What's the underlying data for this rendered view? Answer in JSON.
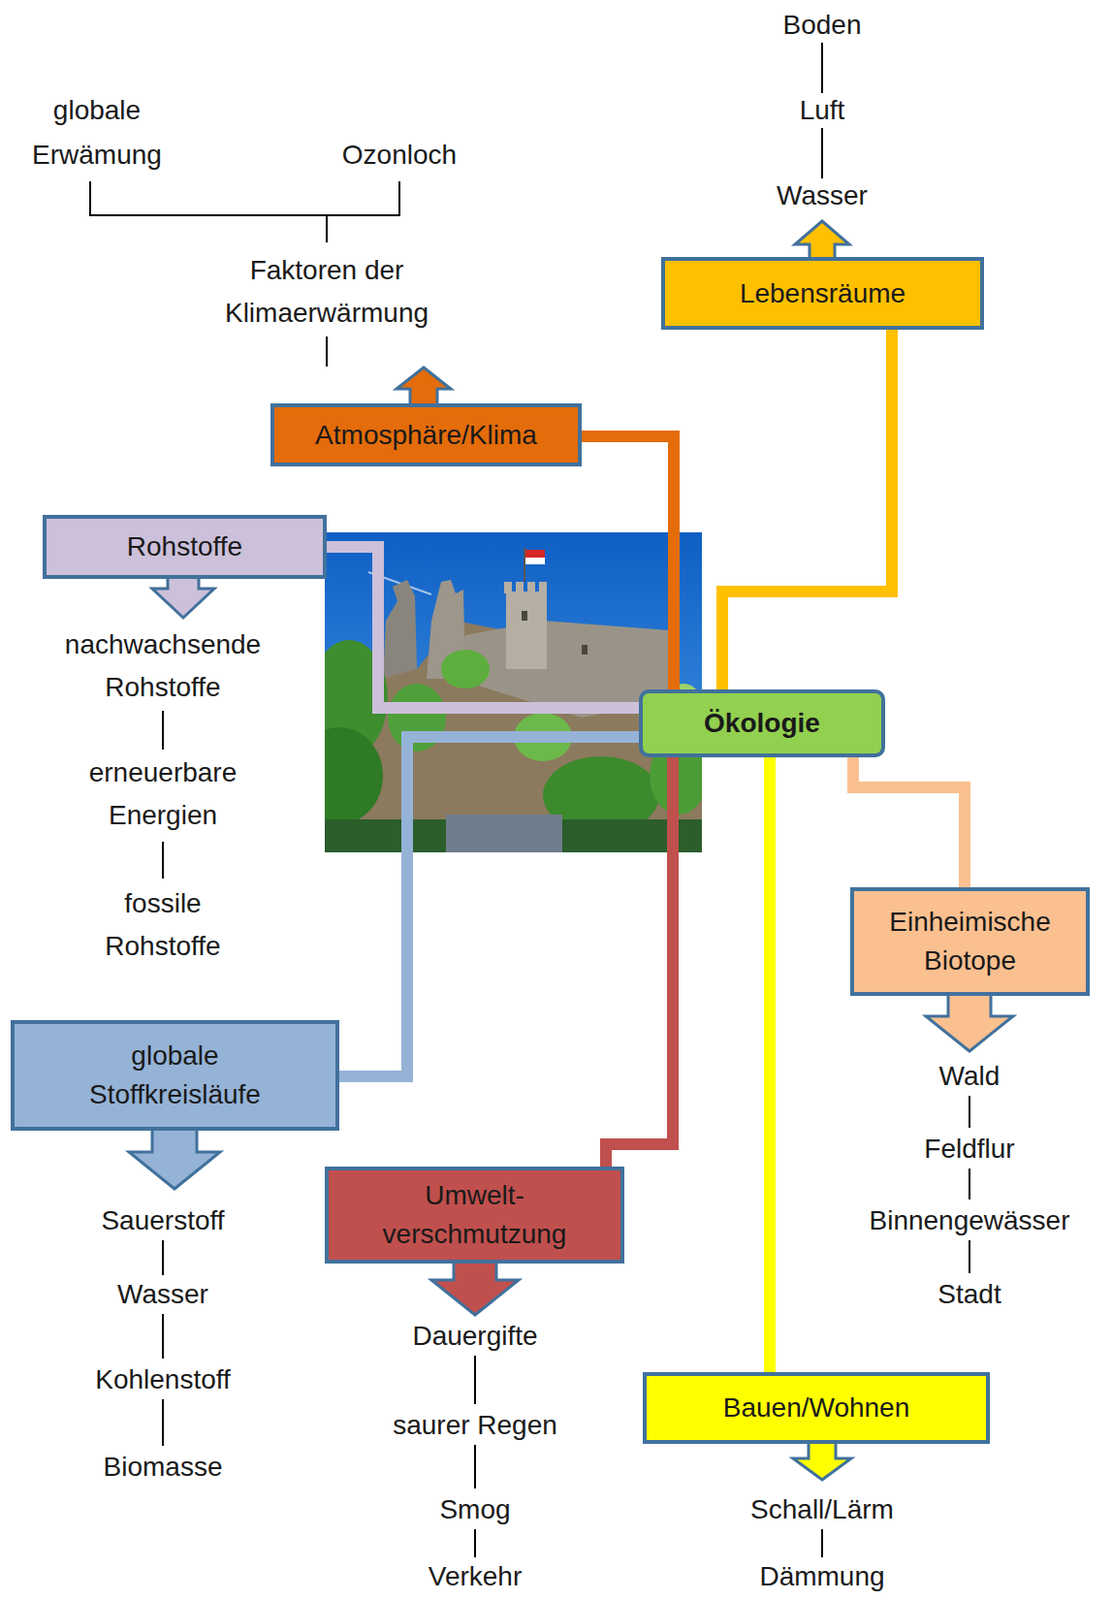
{
  "diagram": {
    "nodes": [
      {
        "text": [
          "Lebensräume"
        ]
      },
      {
        "text": [
          "Atmosphäre/Klima"
        ]
      },
      {
        "text": [
          "Rohstoffe"
        ]
      },
      {
        "text": [
          "Ökologie"
        ]
      },
      {
        "text": [
          "Einheimische Biotope"
        ]
      },
      {
        "text": [
          "globale Stoffkreisläufe"
        ]
      },
      {
        "text": [
          "Umwelt- verschmutzung"
        ]
      },
      {
        "text": [
          "Bauen/Wohnen"
        ]
      }
    ],
    "edges": [
      {
        "from": 3,
        "to": 0,
        "arrow": "none"
      },
      {
        "from": 3,
        "to": 1,
        "arrow": "none"
      },
      {
        "from": 3,
        "to": 2,
        "arrow": "none"
      },
      {
        "from": 3,
        "to": 4,
        "arrow": "none"
      },
      {
        "from": 3,
        "to": 5,
        "arrow": "none"
      },
      {
        "from": 3,
        "to": 6,
        "arrow": "none"
      },
      {
        "from": 3,
        "to": 7,
        "arrow": "none"
      }
    ],
    "labels": [
      "Boden",
      "Luft",
      "globale Erwämung",
      "Ozonloch",
      "Wasser",
      "Faktoren der Klimaerwärmung",
      "nachwachsende Rohstoffe",
      "erneuerbare Energien",
      "fossile Rohstoffe",
      "Wald",
      "Feldflur",
      "Binnengewässer",
      "Sauerstoff",
      "Stadt",
      "Wasser",
      "Dauergifte",
      "Kohlenstoff",
      "saurer Regen",
      "Biomasse",
      "Schall/Lärm",
      "Smog",
      "Verkehr",
      "Dämmung"
    ]
  }
}
